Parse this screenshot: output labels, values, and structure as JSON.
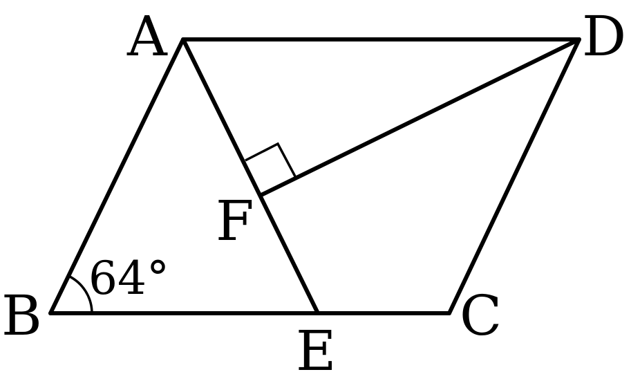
{
  "points": {
    "A": "A",
    "B": "B",
    "C": "C",
    "D": "D",
    "E": "E",
    "F": "F"
  },
  "angle_B": "64°",
  "right_angle_at": "F",
  "colors": {
    "stroke": "#000000",
    "background": "#ffffff"
  }
}
